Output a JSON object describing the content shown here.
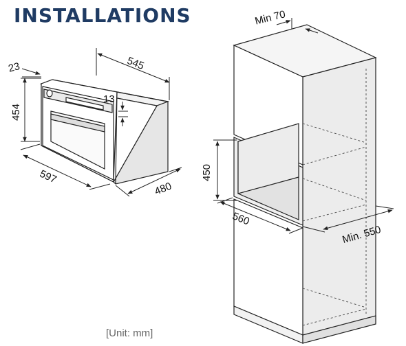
{
  "header": {
    "title": "INSTALLATIONS"
  },
  "footer": {
    "unit_note": "[Unit: mm]"
  },
  "oven_dimensions": {
    "depth": "545",
    "top_offset": "23",
    "height": "454",
    "panel_gap": "13",
    "width": "597",
    "body_depth": "480"
  },
  "cabinet_dimensions": {
    "top_clearance": "Min 70",
    "niche_height": "450",
    "niche_width": "560",
    "niche_depth": "Min. 550"
  },
  "colors": {
    "title": "#1f3b63",
    "lines": "#222222"
  }
}
